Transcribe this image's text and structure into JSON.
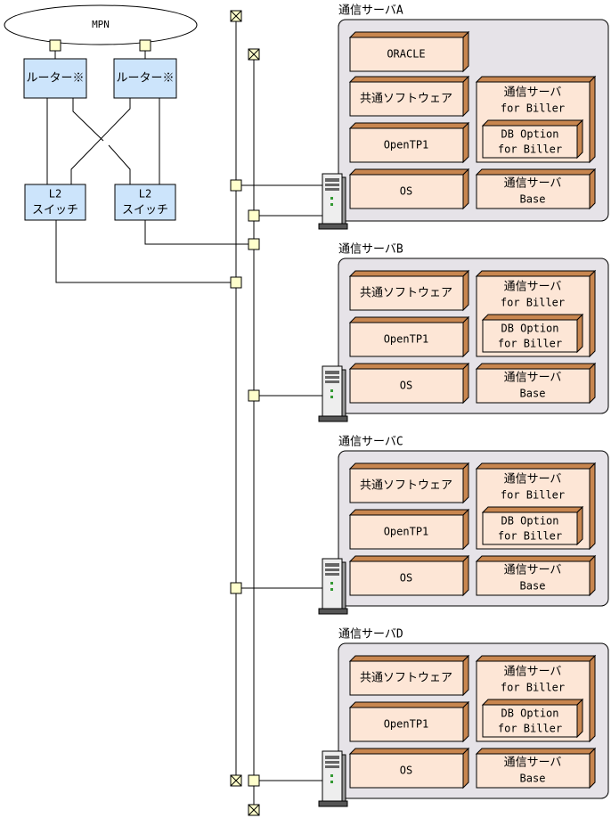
{
  "network": {
    "cloud_label": "MPN",
    "routers": [
      "ルーター※",
      "ルーター※"
    ],
    "switches": [
      [
        "L2",
        "スイッチ"
      ],
      [
        "L2",
        "スイッチ"
      ]
    ]
  },
  "servers": [
    {
      "title": "通信サーバA",
      "has_oracle": true,
      "oracle": "ORACLE",
      "common_sw": "共通ソフトウェア",
      "opentp1": "OpenTP1",
      "os": "OS",
      "biller": [
        "通信サーバ",
        "for Biller"
      ],
      "db_option": [
        "DB Option",
        "for Biller"
      ],
      "base": [
        "通信サーバ",
        "Base"
      ]
    },
    {
      "title": "通信サーバB",
      "has_oracle": false,
      "common_sw": "共通ソフトウェア",
      "opentp1": "OpenTP1",
      "os": "OS",
      "biller": [
        "通信サーバ",
        "for Biller"
      ],
      "db_option": [
        "DB Option",
        "for Biller"
      ],
      "base": [
        "通信サーバ",
        "Base"
      ]
    },
    {
      "title": "通信サーバC",
      "has_oracle": false,
      "common_sw": "共通ソフトウェア",
      "opentp1": "OpenTP1",
      "os": "OS",
      "biller": [
        "通信サーバ",
        "for Biller"
      ],
      "db_option": [
        "DB Option",
        "for Biller"
      ],
      "base": [
        "通信サーバ",
        "Base"
      ]
    },
    {
      "title": "通信サーバD",
      "has_oracle": false,
      "common_sw": "共通ソフトウェア",
      "opentp1": "OpenTP1",
      "os": "OS",
      "biller": [
        "通信サーバ",
        "for Biller"
      ],
      "db_option": [
        "DB Option",
        "for Biller"
      ],
      "base": [
        "通信サーバ",
        "Base"
      ]
    }
  ],
  "colors": {
    "router_fill": "#cce4fb",
    "connector_fill": "#ffffcc",
    "panel_fill": "#e6e3e8",
    "box_fill": "#fde6d6",
    "box_side": "#c8864f",
    "line": "#000000"
  }
}
